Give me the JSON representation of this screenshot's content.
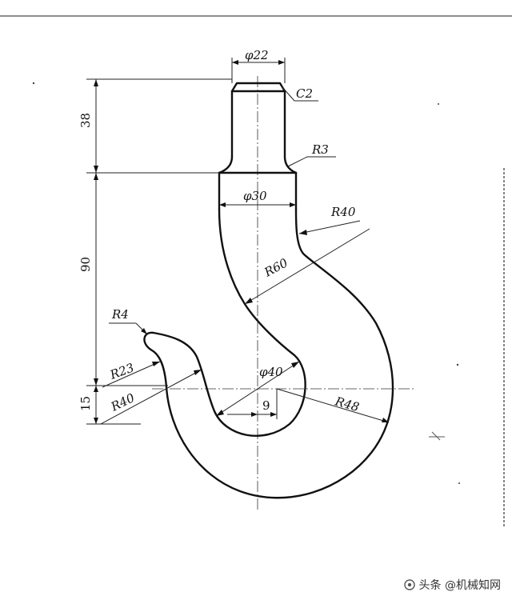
{
  "dimensions": {
    "top_diameter": "φ22",
    "chamfer": "C2",
    "shank_height": "38",
    "fillet_small": "R3",
    "neck_diameter": "φ30",
    "outer_back_radius": "R40",
    "inner_arc_radius": "R60",
    "body_height": "90",
    "tip_radius": "R4",
    "tip_inner_radius": "R23",
    "tip_outer_radius": "R40",
    "throat_diameter": "φ40",
    "offset": "9",
    "outer_radius": "R48",
    "bottom_offset": "15"
  },
  "watermark": {
    "text": "头条 @机械知网"
  }
}
